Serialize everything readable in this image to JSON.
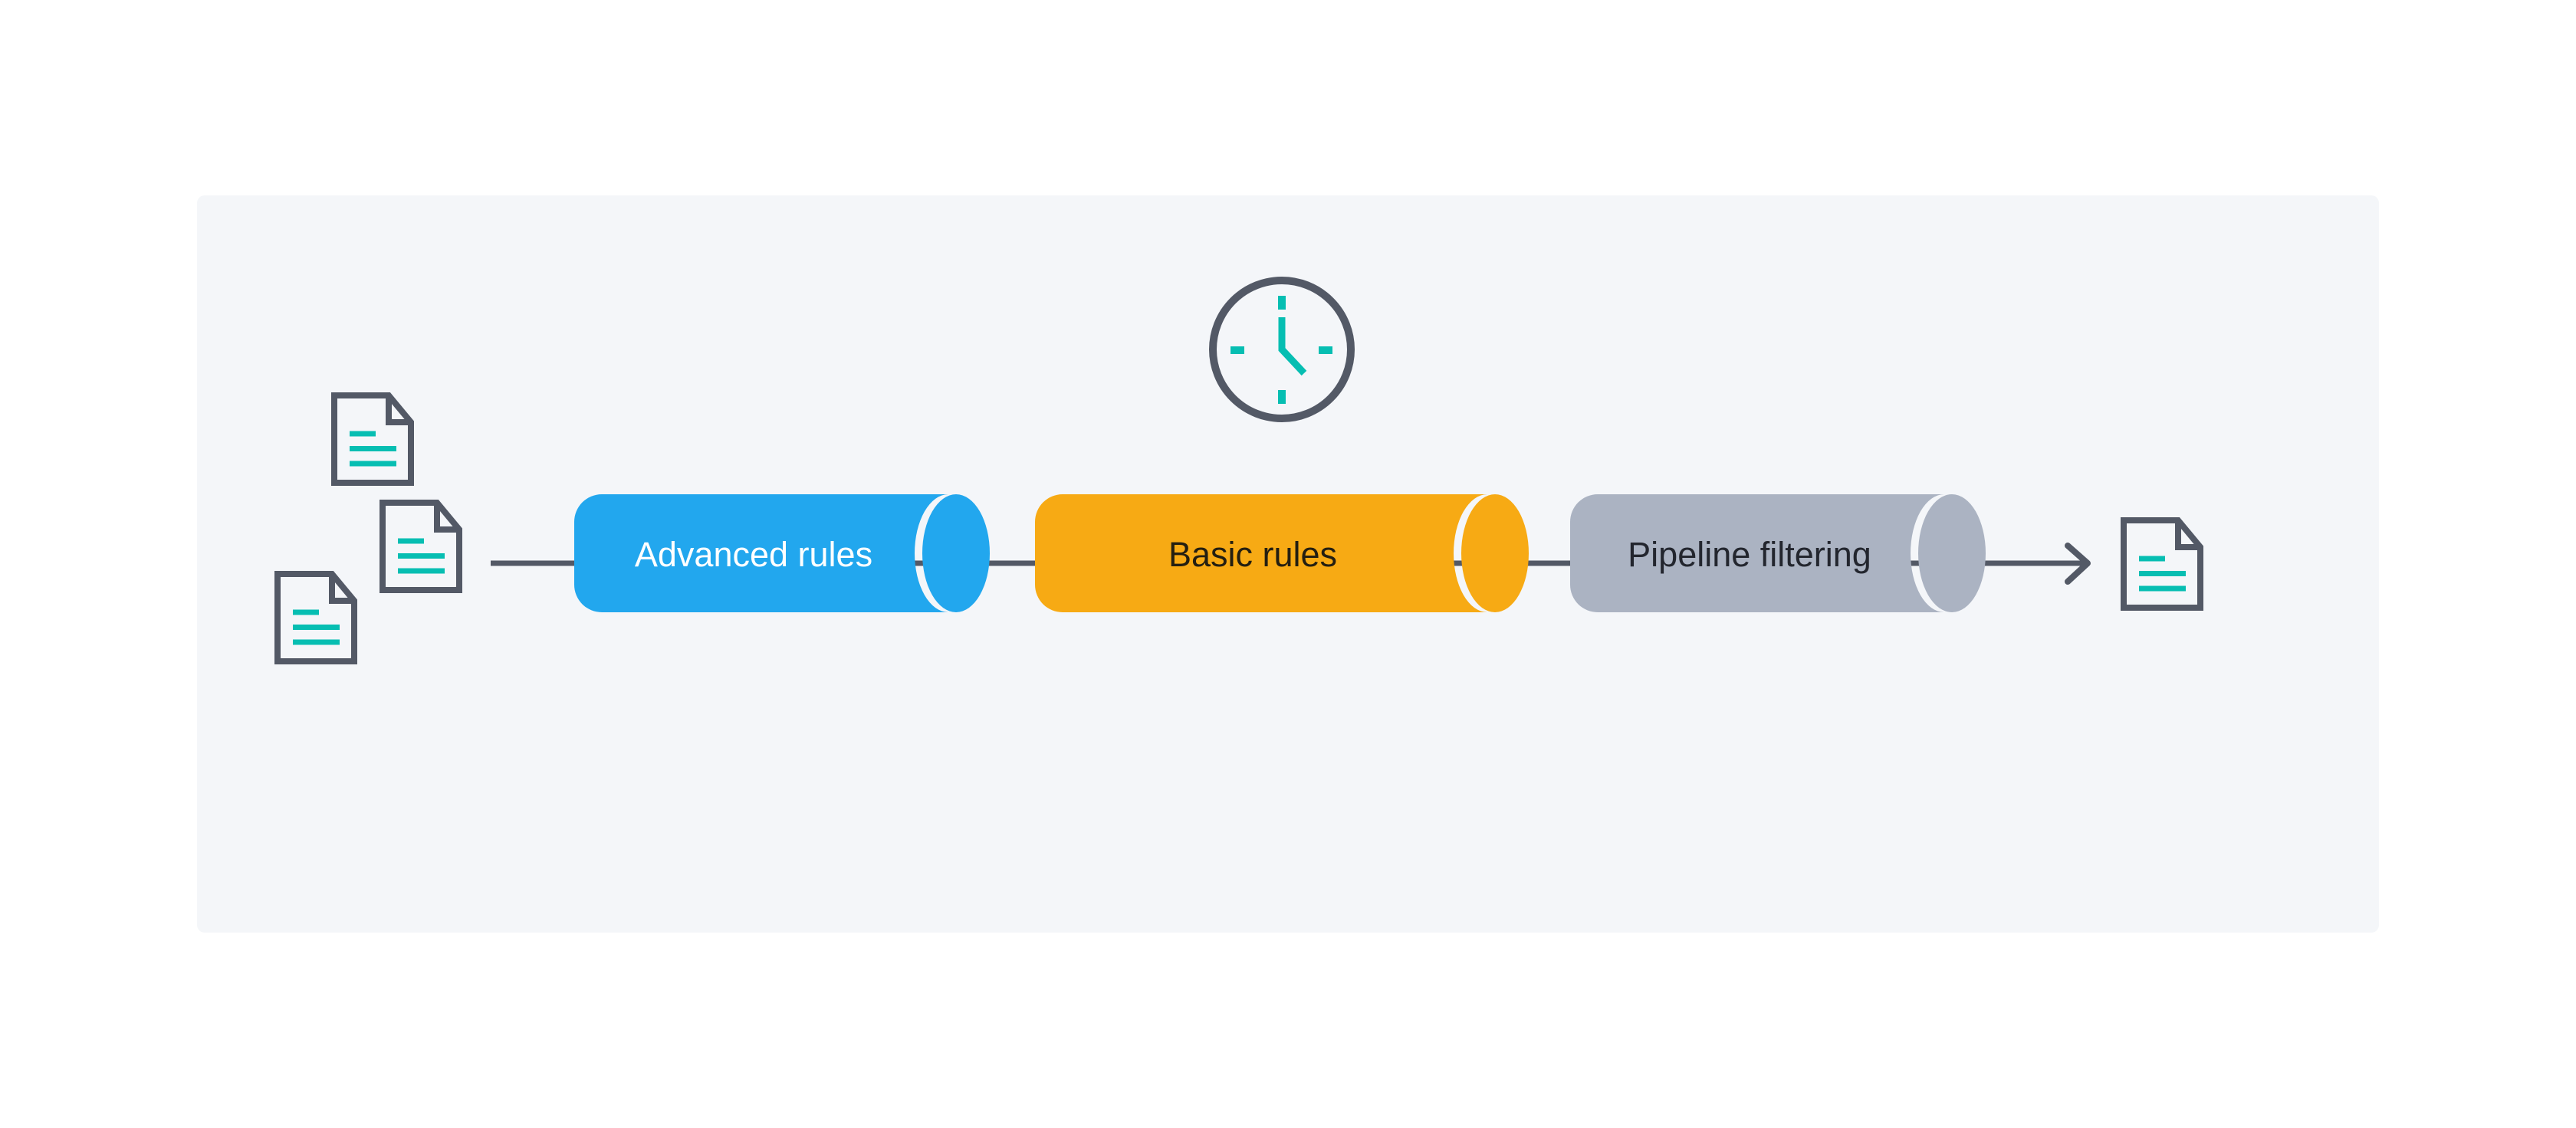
{
  "diagram": {
    "type": "pipeline-flow",
    "direction": "left-to-right",
    "input": {
      "icon": "document-icon",
      "count": 3
    },
    "timer": {
      "icon": "clock-icon"
    },
    "stages": [
      {
        "label": "Advanced rules"
      },
      {
        "label": "Basic rules"
      },
      {
        "label": "Pipeline filtering"
      }
    ],
    "output": {
      "icon": "document-icon",
      "count": 1
    }
  },
  "colors": {
    "page_bg": "#FFFFFF",
    "panel_bg": "#F4F6F9",
    "ink": "#535966",
    "teal": "#06BEB2",
    "stage_advanced": "#22A7EE",
    "stage_basic": "#F7AA14",
    "stage_pipeline": "#ABB3C2",
    "label_on_advanced": "#FFFFFF",
    "label_on_basic": "#241F11",
    "label_on_pipeline": "#23262E"
  }
}
